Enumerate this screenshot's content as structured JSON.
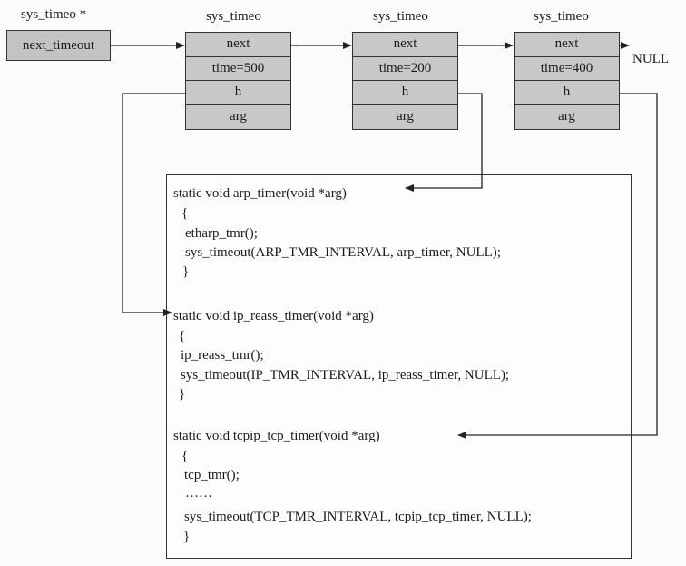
{
  "pointer": {
    "type_label": "sys_timeo *",
    "field_label": "next_timeout"
  },
  "nodes": [
    {
      "type_label": "sys_timeo",
      "fields": [
        "next",
        "time=500",
        "h",
        "arg"
      ]
    },
    {
      "type_label": "sys_timeo",
      "fields": [
        "next",
        "time=200",
        "h",
        "arg"
      ]
    },
    {
      "type_label": "sys_timeo",
      "fields": [
        "next",
        "time=400",
        "h",
        "arg"
      ]
    }
  ],
  "null_label": "NULL",
  "code": {
    "arp": {
      "signature": "static void arp_timer(void *arg)",
      "open": "{",
      "line1": "etharp_tmr();",
      "line2": "sys_timeout(ARP_TMR_INTERVAL, arp_timer, NULL);",
      "close": "}"
    },
    "ip": {
      "signature": "static void ip_reass_timer(void *arg)",
      "open": "{",
      "line1": "ip_reass_tmr();",
      "line2": "sys_timeout(IP_TMR_INTERVAL, ip_reass_timer, NULL);",
      "close": "}"
    },
    "tcp": {
      "signature": "static void tcpip_tcp_timer(void *arg)",
      "open": "{",
      "line1": "tcp_tmr();",
      "ellipsis": "……",
      "line2": "sys_timeout(TCP_TMR_INTERVAL, tcpip_tcp_timer, NULL);",
      "close": "}"
    }
  },
  "colors": {
    "box_fill": "#c8c8c8",
    "line": "#333333"
  }
}
